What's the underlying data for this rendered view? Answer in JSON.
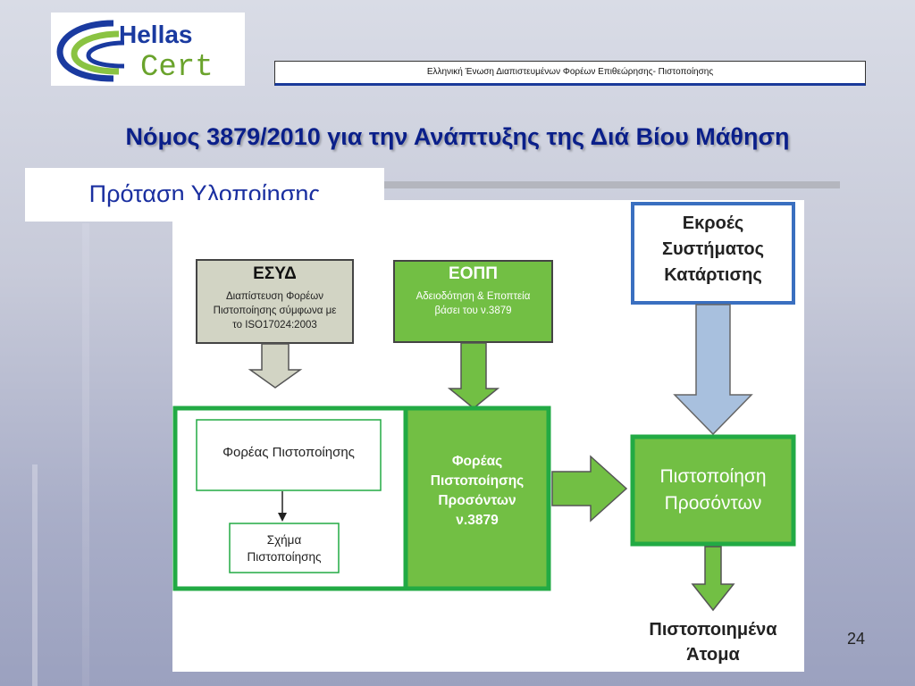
{
  "header": {
    "organization": "Ελληνική Ένωση Διαπιστευμένων Φορέων Επιθεώρησης- Πιστοποίησης"
  },
  "logo": {
    "line1": "Hellas",
    "line2": "Cert"
  },
  "slide": {
    "title": "Νόμος 3879/2010 για την Ανάπτυξης της Διά Βίου Μάθηση",
    "subtitle": "Πρόταση Υλοποίησης",
    "page_number": "24"
  },
  "diagram": {
    "esyd": {
      "title": "ΕΣΥΔ",
      "line1": "Διαπίστευση Φορέων",
      "line2": "Πιστοποίησης σύμφωνα με",
      "line3": "το ISO17024:2003"
    },
    "eopp": {
      "title": "ΕΟΠΠ",
      "line1": "Αδειοδότηση & Εποπτεία",
      "line2": "βάσει του ν.3879"
    },
    "outputs": {
      "line1": "Εκροές",
      "line2": "Συστήματος",
      "line3": "Κατάρτισης"
    },
    "certification_body": "Φορέας Πιστοποίησης",
    "certification_scheme": {
      "line1": "Σχήμα",
      "line2": "Πιστοποίησης"
    },
    "qualification_body": {
      "line1": "Φορέας",
      "line2": "Πιστοποίησης",
      "line3": "Προσόντων",
      "line4": "ν.3879"
    },
    "qualification_cert": {
      "line1": "Πιστοποίηση",
      "line2": "Προσόντων"
    },
    "certified_individuals": {
      "line1": "Πιστοποιημένα",
      "line2": "Άτομα"
    }
  },
  "colors": {
    "green": "#72bf44",
    "green_border": "#22aa44",
    "gray_box": "#d2d4c4",
    "blue_border": "#3a6fc0",
    "blue_arrow": "#a8c0de",
    "title_blue": "#0a1f8a"
  }
}
